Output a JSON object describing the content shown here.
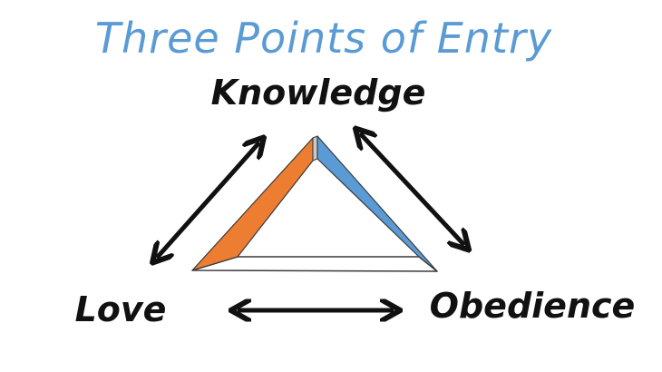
{
  "title": "Three Points of Entry",
  "nodes": {
    "top": "Knowledge",
    "left": "Love",
    "right": "Obedience"
  },
  "colors": {
    "title": "#5b9bd5",
    "left_edge": "#ed7d31",
    "right_edge": "#5b9bd5",
    "bottom_edge": "#ffffff",
    "arrow": "#111111"
  }
}
